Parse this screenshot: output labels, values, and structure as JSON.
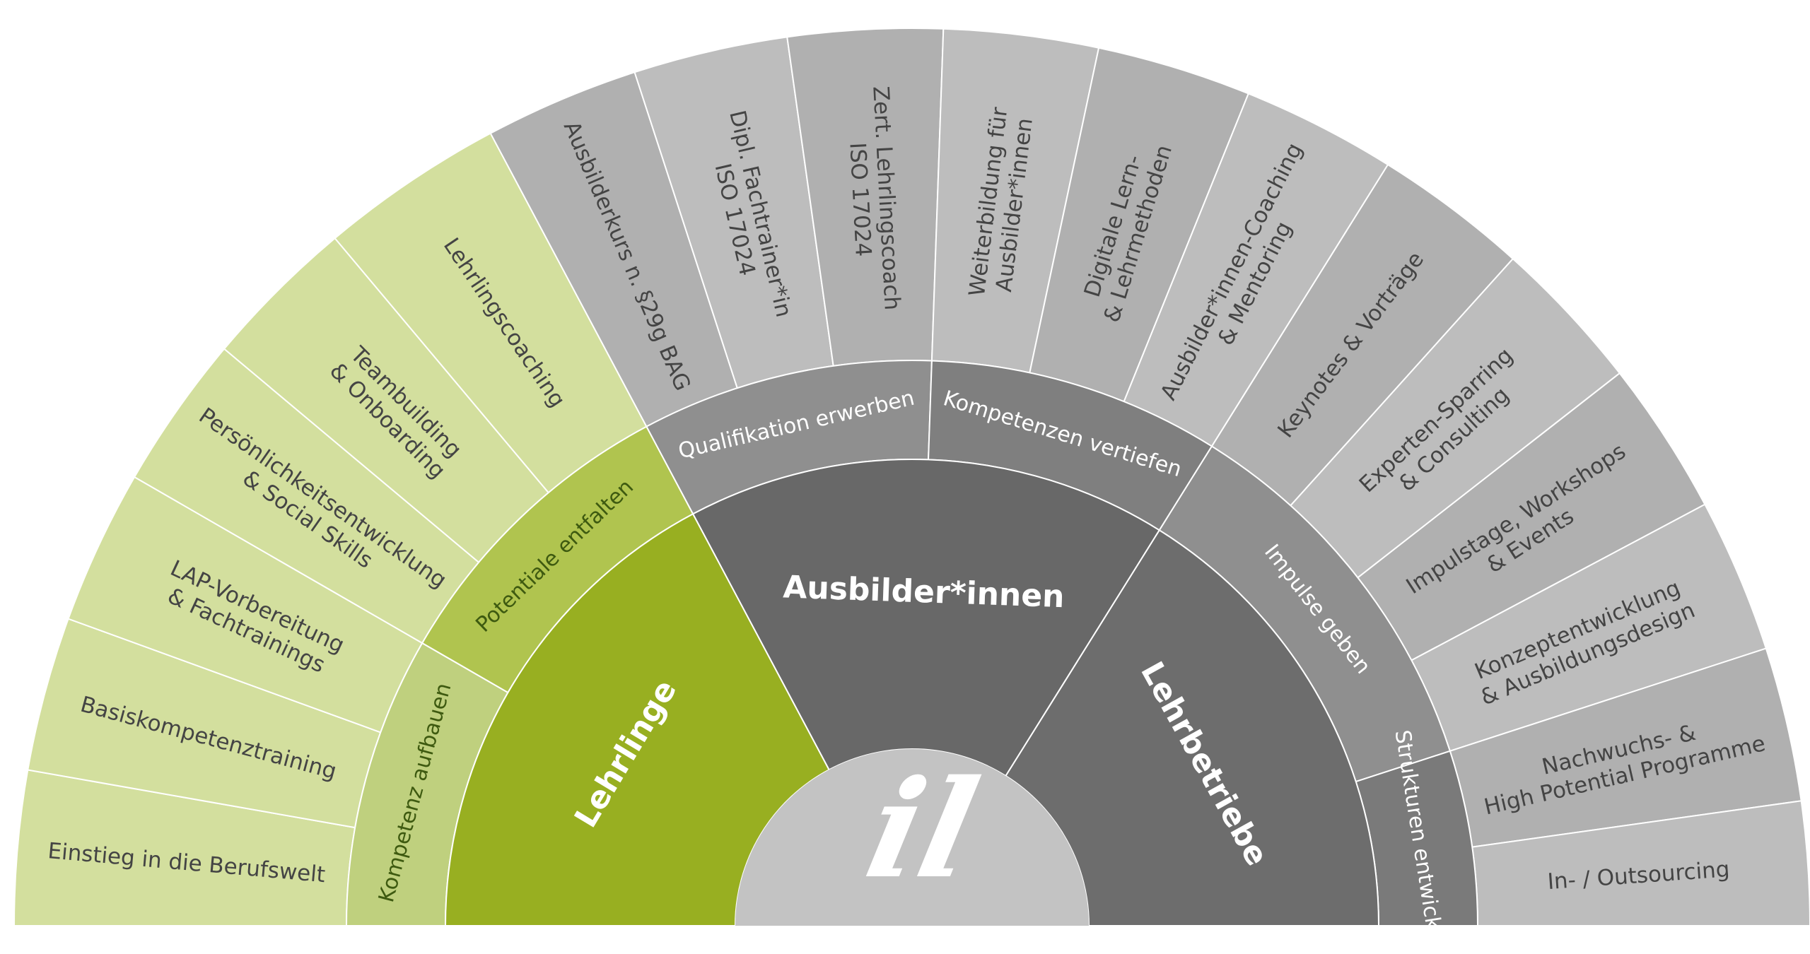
{
  "colors": {
    "green_light": "#d3df9e",
    "green_mid": "#bfd07e",
    "green_strong": "#98af21",
    "gray_outer_light": "#bdbdbd",
    "gray_outer": "#b0b0b0",
    "gray_ring": "#8f8f8f",
    "gray_core": "#686868",
    "logo_bg": "#c3c3c3",
    "divider": "#ffffff"
  },
  "logo": {
    "text": "il"
  },
  "core": [
    {
      "label": "Lehrlinge"
    },
    {
      "label": "Ausbilder*innen"
    },
    {
      "label": "Lehrbetriebe"
    }
  ],
  "middle": [
    {
      "label": "Kompetenz aufbauen"
    },
    {
      "label": "Potentiale entfalten"
    },
    {
      "label": "Qualifikation erwerben"
    },
    {
      "label": "Kompetenzen vertiefen"
    },
    {
      "label": "Impulse geben"
    },
    {
      "label": "Strukturen entwickeln"
    }
  ],
  "outer": [
    {
      "lines": [
        "Einstieg in die Berufswelt"
      ]
    },
    {
      "lines": [
        "Basiskompetenztraining"
      ]
    },
    {
      "lines": [
        "LAP-Vorbereitung",
        "& Fachtrainings"
      ]
    },
    {
      "lines": [
        "Persönlichkeitsentwicklung",
        "& Social Skills"
      ]
    },
    {
      "lines": [
        "Teambuilding",
        "& Onboarding"
      ]
    },
    {
      "lines": [
        "Lehrlingscoaching"
      ]
    },
    {
      "lines": [
        "Ausbilderkurs n. §29g BAG"
      ]
    },
    {
      "lines": [
        "Dipl. Fachtrainer*in",
        "ISO 17024"
      ]
    },
    {
      "lines": [
        "Zert. Lehrlingscoach",
        "ISO 17024"
      ]
    },
    {
      "lines": [
        "Weiterbildung für",
        "Ausbilder*innen"
      ]
    },
    {
      "lines": [
        "Digitale Lern-",
        "& Lehrmethoden"
      ]
    },
    {
      "lines": [
        "Ausbilder*innen-Coaching",
        "& Mentoring"
      ]
    },
    {
      "lines": [
        "Keynotes & Vorträge"
      ]
    },
    {
      "lines": [
        "Experten-Sparring",
        "& Consulting"
      ]
    },
    {
      "lines": [
        "Impulstage, Workshops",
        "& Events"
      ]
    },
    {
      "lines": [
        "Konzeptentwicklung",
        "& Ausbildungsdesign"
      ]
    },
    {
      "lines": [
        "Nachwuchs- &",
        "High Potential Programme"
      ]
    },
    {
      "lines": [
        "In- / Outsourcing"
      ]
    }
  ]
}
